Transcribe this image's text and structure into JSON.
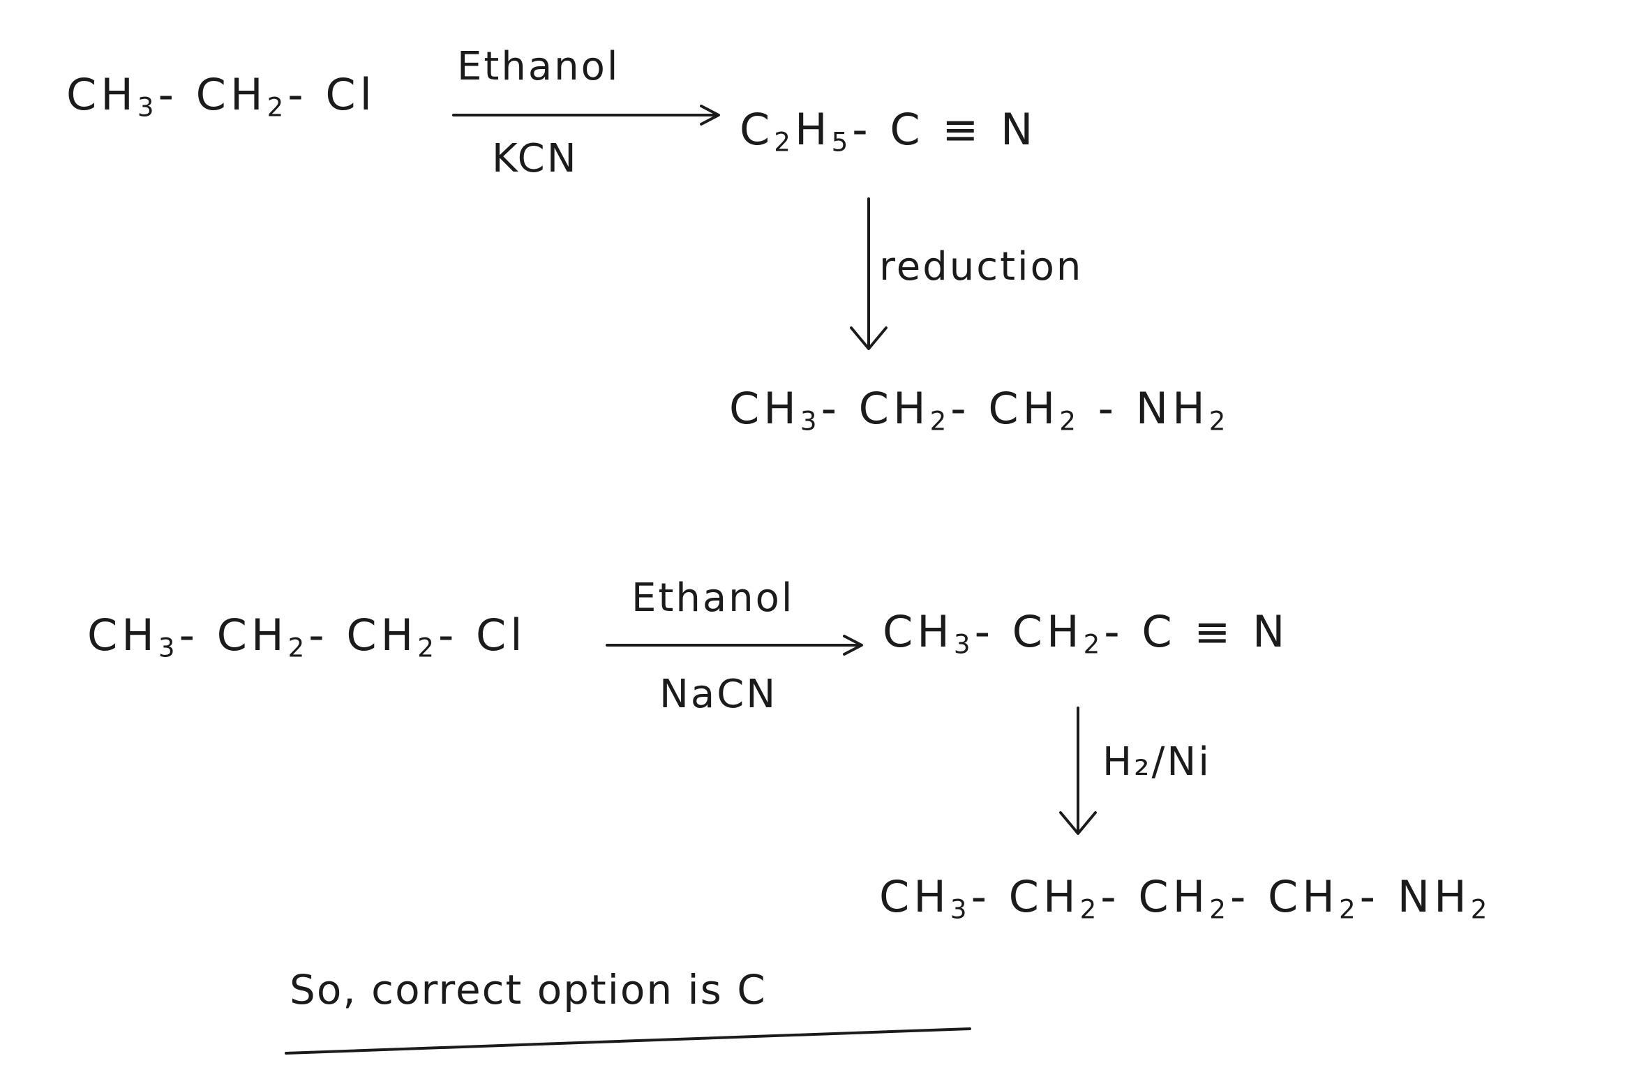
{
  "reaction1": {
    "reactant": {
      "parts": [
        "CH",
        "3",
        "- CH",
        "2",
        "- Cl"
      ]
    },
    "reagent_top": "Ethanol",
    "reagent_bottom": "KCN",
    "product": {
      "parts": [
        "C",
        "2",
        "H",
        "5",
        "- C ≡ N"
      ]
    },
    "step2_label": "reduction",
    "final": {
      "parts": [
        "CH",
        "3",
        "- CH",
        "2",
        "- CH",
        "2",
        " - NH",
        "2"
      ]
    }
  },
  "reaction2": {
    "reactant": {
      "parts": [
        "CH",
        "3",
        "- CH",
        "2",
        "- CH",
        "2",
        "- Cl"
      ]
    },
    "reagent_top": "Ethanol",
    "reagent_bottom": "NaCN",
    "product": {
      "parts": [
        "CH",
        "3",
        "- CH",
        "2",
        "- C ≡ N"
      ]
    },
    "step2_label": "H₂/Ni",
    "final": {
      "parts": [
        "CH",
        "3",
        "- CH",
        "2",
        "- CH",
        "2",
        "- CH",
        "2",
        "- NH",
        "2"
      ]
    }
  },
  "conclusion": "So, correct option is  C"
}
